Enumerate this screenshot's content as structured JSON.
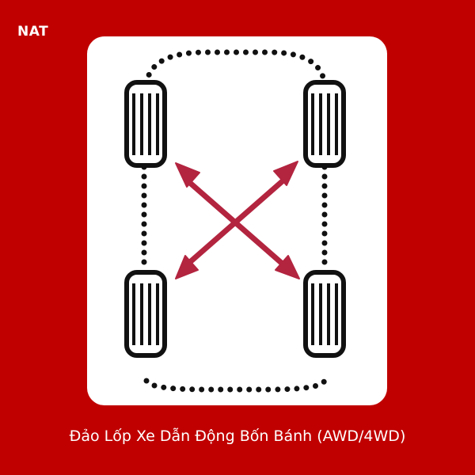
{
  "brand": {
    "label": "NAT"
  },
  "caption": {
    "text": "Đảo Lốp Xe Dẫn Động Bốn Bánh (AWD/4WD)"
  },
  "diagram": {
    "tires": [
      "front-left",
      "front-right",
      "rear-left",
      "rear-right"
    ],
    "arrows": [
      "front-left-to-rear-right",
      "front-right-to-rear-left"
    ]
  },
  "colors": {
    "background": "#c00000",
    "panel": "#ffffff",
    "arrow": "#b3243f",
    "tire": "#111111",
    "dots": "#111111"
  }
}
